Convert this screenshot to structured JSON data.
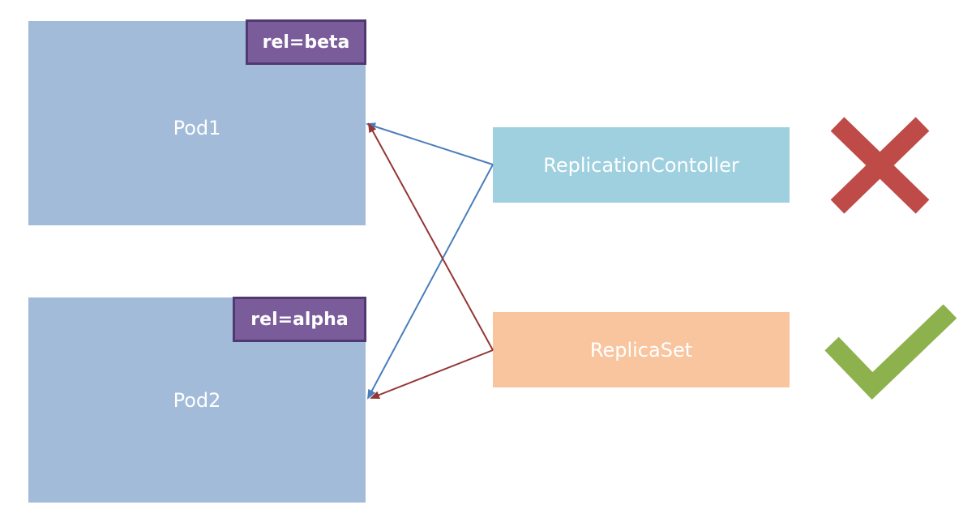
{
  "pods": [
    {
      "label": "Pod1",
      "tag": "rel=beta"
    },
    {
      "label": "Pod2",
      "tag": "rel=alpha"
    }
  ],
  "controllers": [
    {
      "label": "ReplicationContoller",
      "result": "cross"
    },
    {
      "label": "ReplicaSet",
      "result": "check"
    }
  ],
  "colors": {
    "pod": "#a2bbd9",
    "tag_fill": "#7a5c9a",
    "tag_border": "#4f3970",
    "replication_controller": "#9fd0df",
    "replica_set": "#f9c59f",
    "blue_arrow": "#4a7ebb",
    "red_arrow": "#943634",
    "cross": "#be4b48",
    "check": "#8db24d"
  }
}
